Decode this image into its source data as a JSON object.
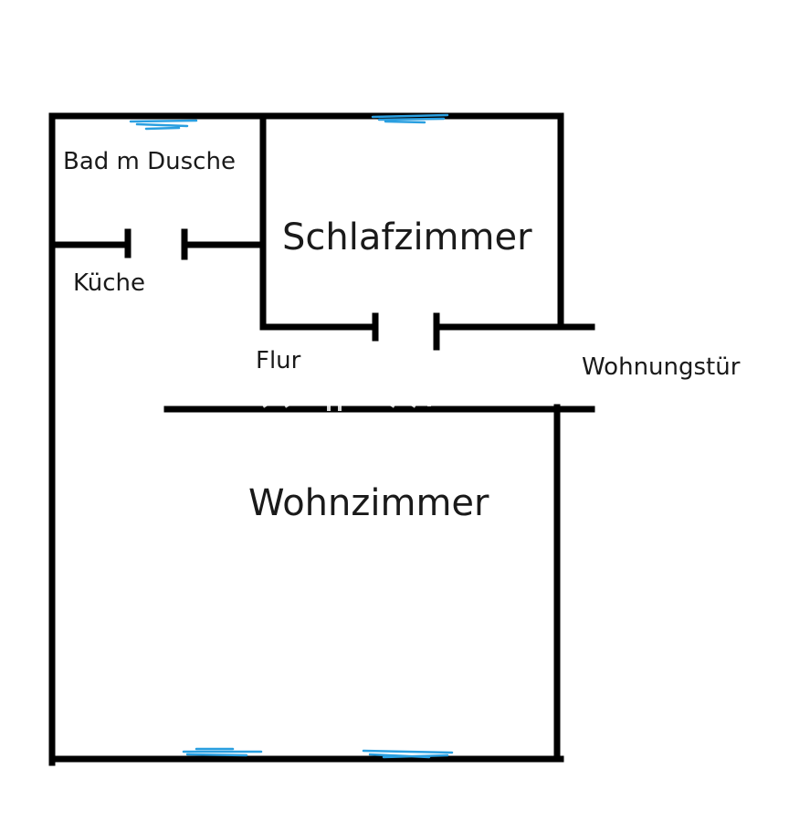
{
  "rooms": {
    "bad": "Bad m Dusche",
    "schlafzimmer": "Schlafzimmer",
    "kueche": "Küche",
    "flur": "Flur",
    "wohnungstuer": "Wohnungstür",
    "wohnzimmer": "Wohnzimmer"
  },
  "watermark": {
    "text": "ohne-makler"
  },
  "colors": {
    "wall": "#000000",
    "window": "#2a9fe0",
    "text": "#1a1a1a",
    "watermark": "#ffffff"
  }
}
